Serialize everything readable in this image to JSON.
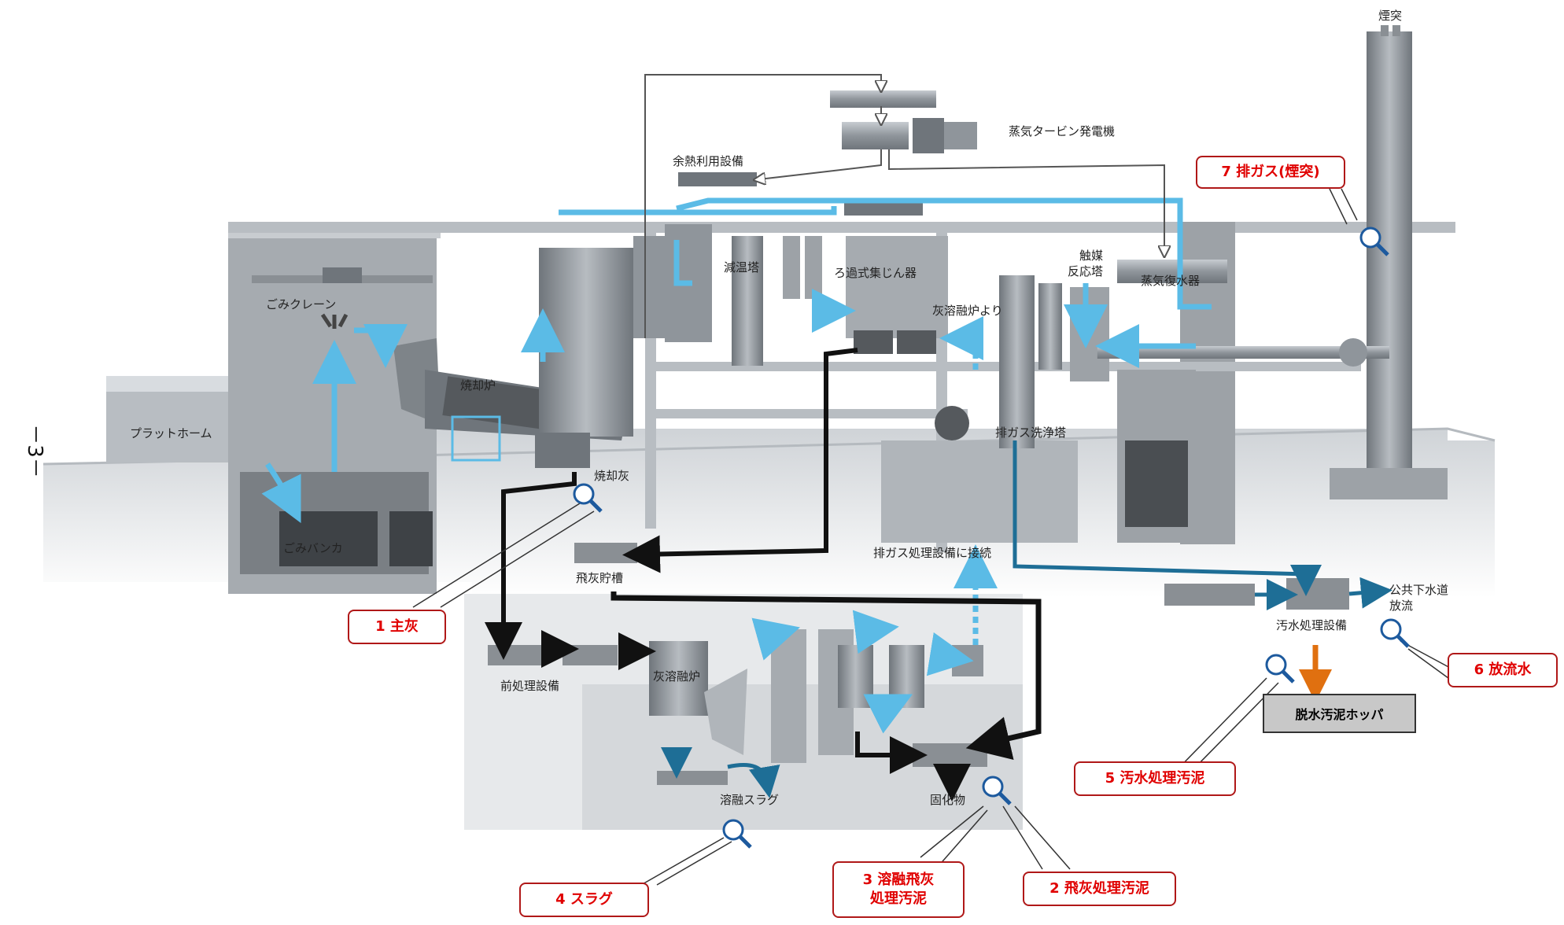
{
  "page_number": "－3－",
  "equipment_labels": {
    "chimney": "煙突",
    "steam_turbine": "蒸気タービン発電機",
    "waste_heat": "余熱利用設備",
    "cooling_tower": "減温塔",
    "bag_filter": "ろ過式集じん器",
    "catalyst_tower": "触媒\n反応塔",
    "condenser": "蒸気復水器",
    "from_ash_melter": "灰溶融炉より",
    "garbage_crane": "ごみクレーン",
    "platform": "プラットホーム",
    "garbage_bunker": "ごみバンカ",
    "incinerator": "焼却炉",
    "incineration_ash": "焼却灰",
    "gas_scrubber": "排ガス洗浄塔",
    "fly_ash_tank": "飛灰貯槽",
    "connect_to_gas": "排ガス処理設備に接続",
    "pretreatment": "前処理設備",
    "ash_melter": "灰溶融炉",
    "molten_slag": "溶融スラグ",
    "solidified": "固化物",
    "sewage_treatment": "汚水処理設備",
    "public_sewer": "公共下水道\n放流"
  },
  "hopper_label": "脱水汚泥ホッパ",
  "callouts": [
    {
      "id": "1",
      "text": "1 主灰"
    },
    {
      "id": "2",
      "text": "2 飛灰処理汚泥"
    },
    {
      "id": "3",
      "text": "3 溶融飛灰\n処理汚泥"
    },
    {
      "id": "4",
      "text": "4 スラグ"
    },
    {
      "id": "5",
      "text": "5 汚水処理汚泥"
    },
    {
      "id": "6",
      "text": "6 放流水"
    },
    {
      "id": "7",
      "text": "7 排ガス(煙突)"
    }
  ],
  "colors": {
    "callout_text": "#e00000",
    "callout_border": "#b01818",
    "steam_flow": "#5bbbe6",
    "water_flow": "#1e6e96",
    "ash_flow": "#111111",
    "sludge_flow": "#e07010",
    "equipment": "#9a9fa5"
  },
  "icons": [
    "magnifier-icon"
  ]
}
